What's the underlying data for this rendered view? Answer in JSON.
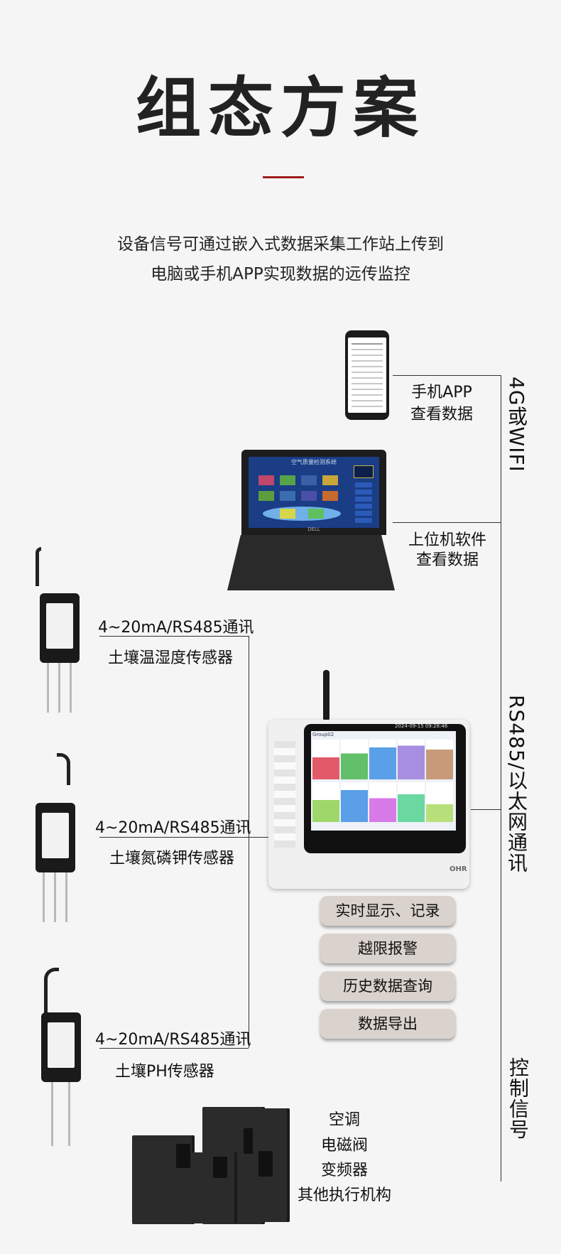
{
  "header": {
    "title": "组态方案",
    "subtitle_line1": "设备信号可通过嵌入式数据采集工作站上传到",
    "subtitle_line2": "电脑或手机APP实现数据的远传监控"
  },
  "outputs": {
    "phone_app": {
      "line1": "手机APP",
      "line2": "查看数据"
    },
    "pc_software": {
      "line1": "上位机软件",
      "line2": "查看数据"
    }
  },
  "links": {
    "wireless": "4G或WIFI",
    "wired": "RS485/以太网通讯",
    "control": "控制信号"
  },
  "sensors": [
    {
      "signal": "4~20mA/RS485通讯",
      "name": "土壤温湿度传感器"
    },
    {
      "signal": "4~20mA/RS485通讯",
      "name": "土壤氮磷钾传感器"
    },
    {
      "signal": "4~20mA/RS485通讯",
      "name": "土壤PH传感器"
    }
  ],
  "recorder": {
    "brand": "OHR",
    "screen_group": "Group02",
    "screen_time": "2024-09-15 09:28:46",
    "features": [
      "实时显示、记录",
      "越限报警",
      "历史数据查询",
      "数据导出"
    ]
  },
  "laptop": {
    "screen_title": "空气质量检测系统",
    "brand": "DELL"
  },
  "actuators": [
    "空调",
    "电磁阀",
    "变频器",
    "其他执行机构"
  ],
  "colors": {
    "accent_rule": "#a01c1c",
    "pill_bg": "#dad2cc",
    "background": "#f5f5f5"
  }
}
